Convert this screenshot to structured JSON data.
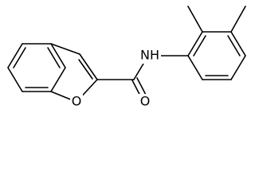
{
  "molecule": {
    "atoms": {
      "nh": "NH",
      "o_ring": "O",
      "o_carbonyl": "O"
    },
    "colors": {
      "bond": "#000000",
      "label": "#000000",
      "background": "#ffffff"
    }
  }
}
